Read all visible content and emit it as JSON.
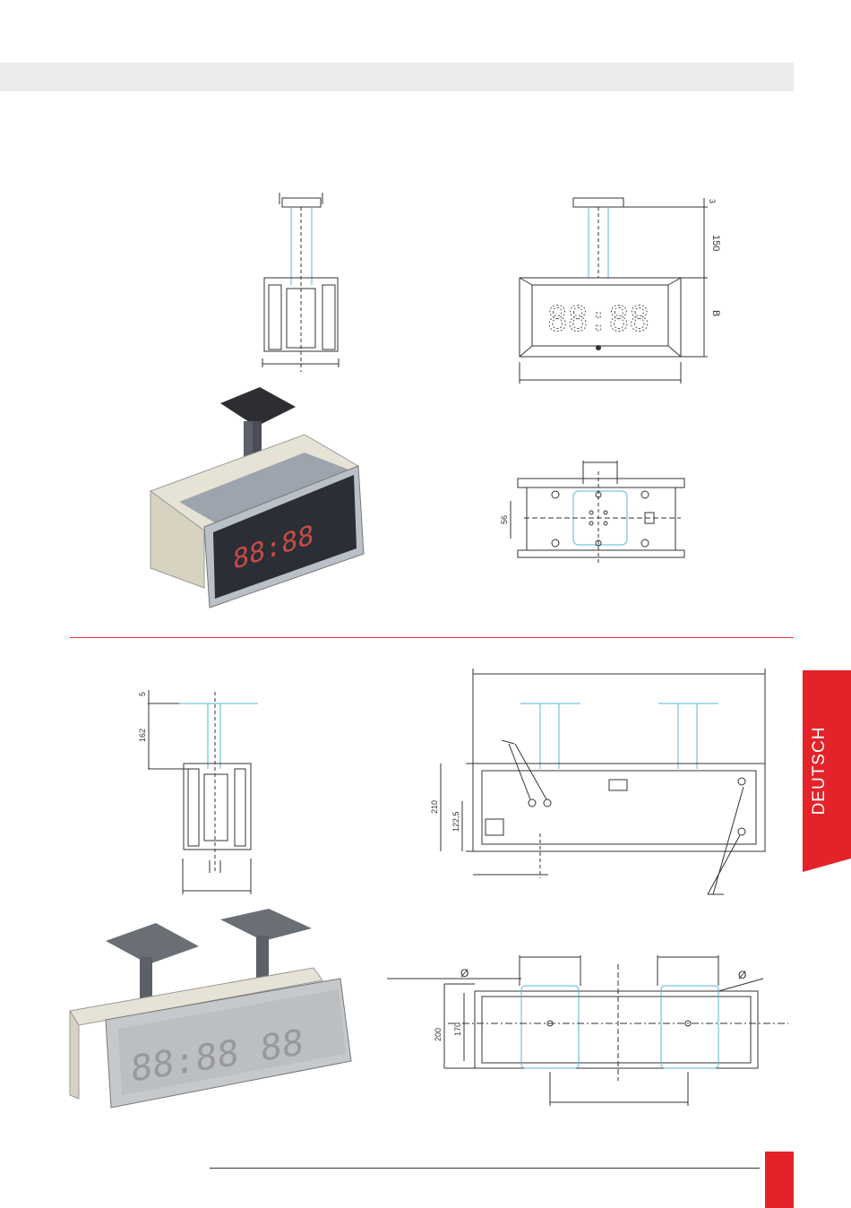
{
  "language_tab": {
    "label": "DEUTSCH"
  },
  "colors": {
    "accent_red": "#e4222a",
    "blue_line": "#59b4d8",
    "header_gray": "#ececec"
  },
  "drawing_top": {
    "dims": {
      "top_gap": "3",
      "height_150": "150",
      "height_b": "B"
    },
    "display_digits": "88:88",
    "bottom_dim": {
      "spacing": "56"
    }
  },
  "drawing_bottom": {
    "side_dims": {
      "d5": "5",
      "d162": "162"
    },
    "front_dims": {
      "d210": "210",
      "d122_5": "122,5"
    },
    "bottom_dims": {
      "d200": "200",
      "d170": "170",
      "phi": "Ø"
    }
  }
}
